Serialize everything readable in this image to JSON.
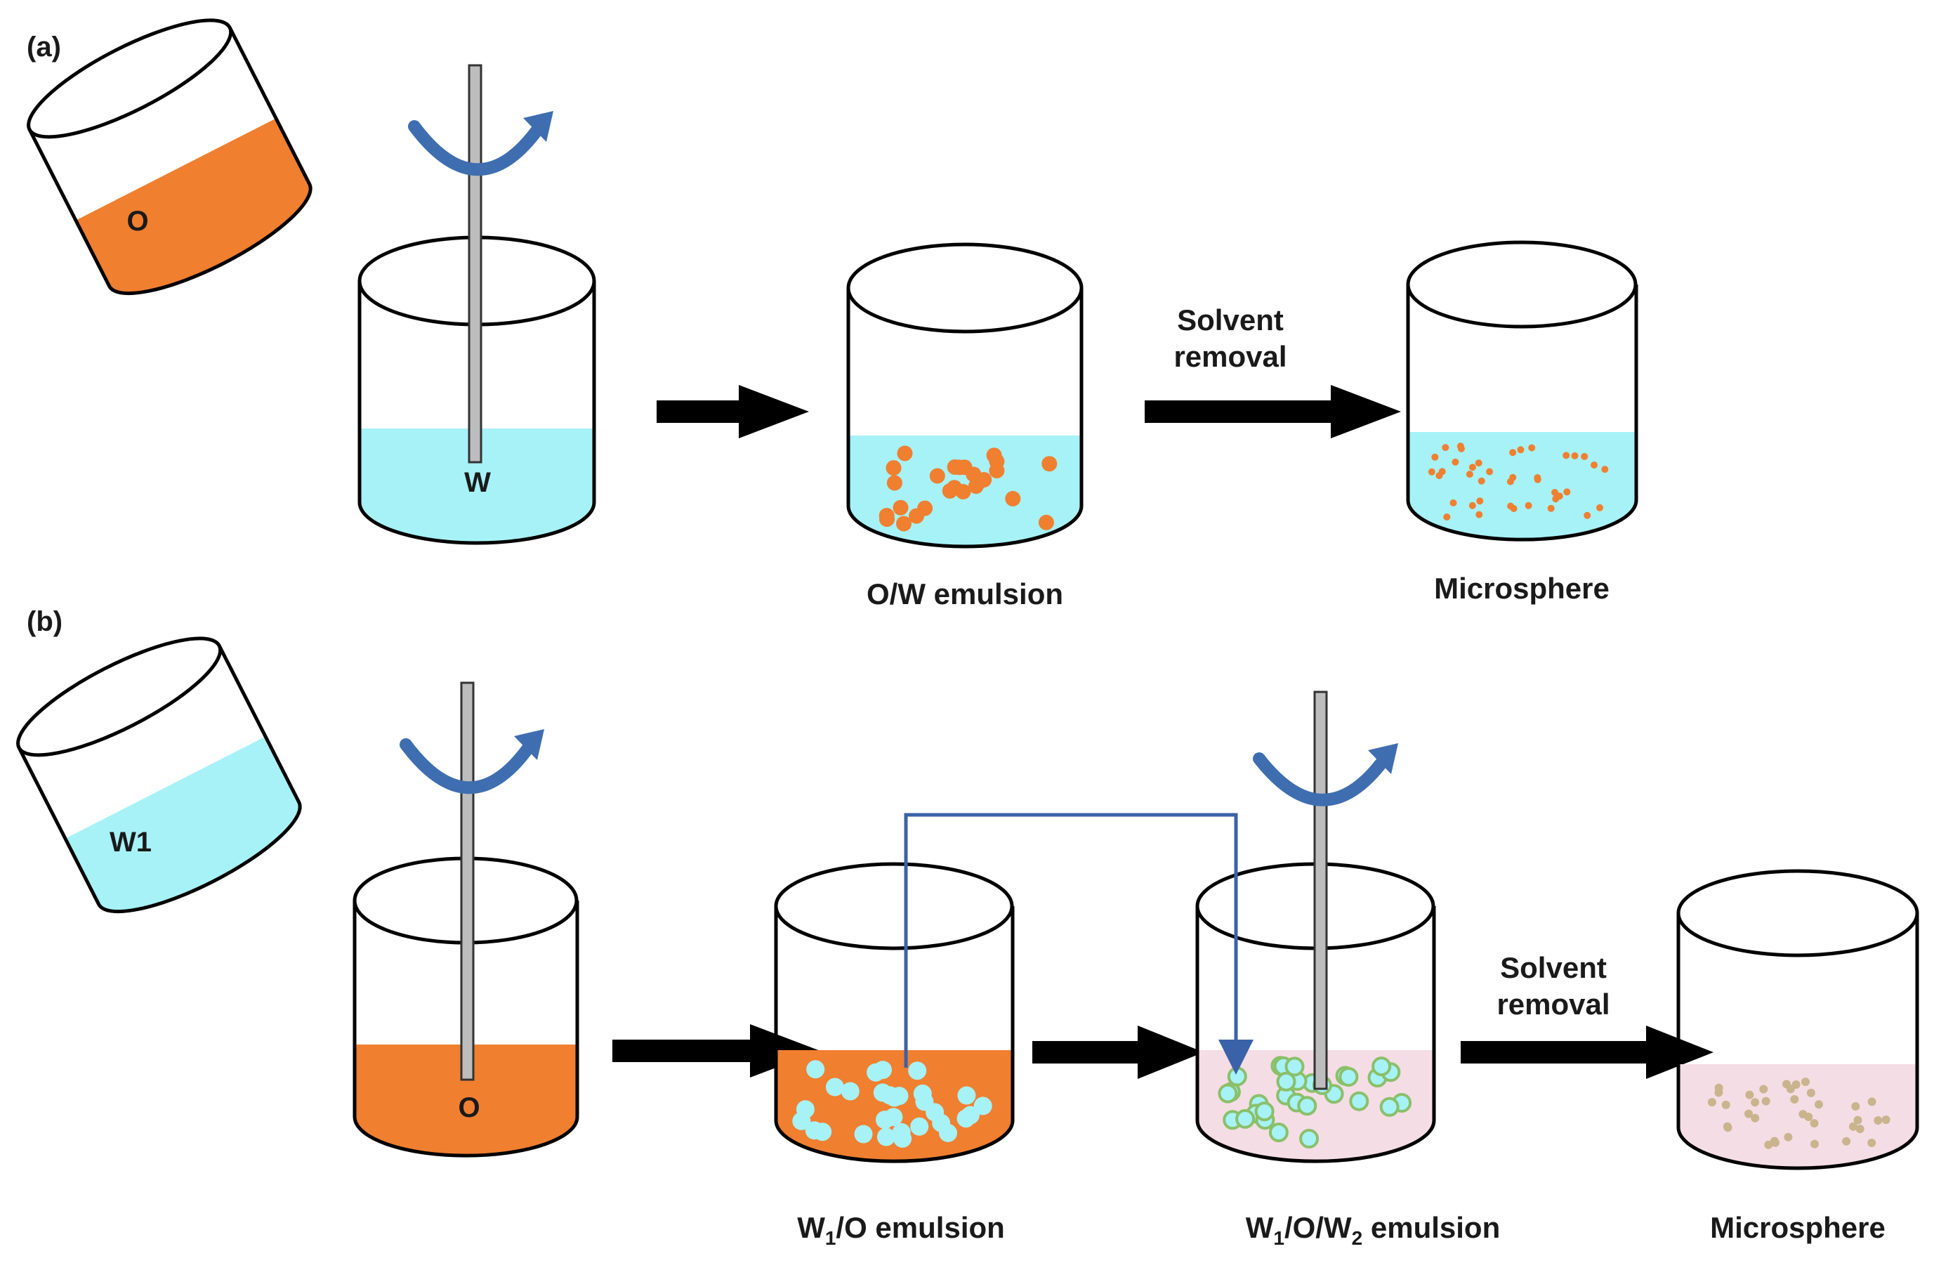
{
  "panels": {
    "a": {
      "label": "(a)",
      "cup_liquid": "O",
      "beaker_liquid": "W",
      "step_label_line1": "Solvent",
      "step_label_line2": "removal",
      "caption_1": "O/W emulsion",
      "caption_2": "Microsphere"
    },
    "b": {
      "label": "(b)",
      "cup_liquid": "W1",
      "beaker_liquid": "O",
      "step_label_line1": "Solvent",
      "step_label_line2": "removal",
      "caption_1_parts": [
        "W",
        "1",
        "/O emulsion"
      ],
      "caption_2_parts": [
        "W",
        "1",
        "/O/W",
        "2",
        " emulsion"
      ],
      "caption_3": "Microsphere"
    }
  },
  "colors": {
    "oil": "#f07f30",
    "water": "#a6f2f7",
    "pink_phase": "#f5dde5",
    "droplet_outline": "#8ac06a",
    "microsphere_dot": "#c9b48e",
    "stirrer_arrow": "#3e6eb0",
    "transfer_line": "#3a62a8"
  }
}
